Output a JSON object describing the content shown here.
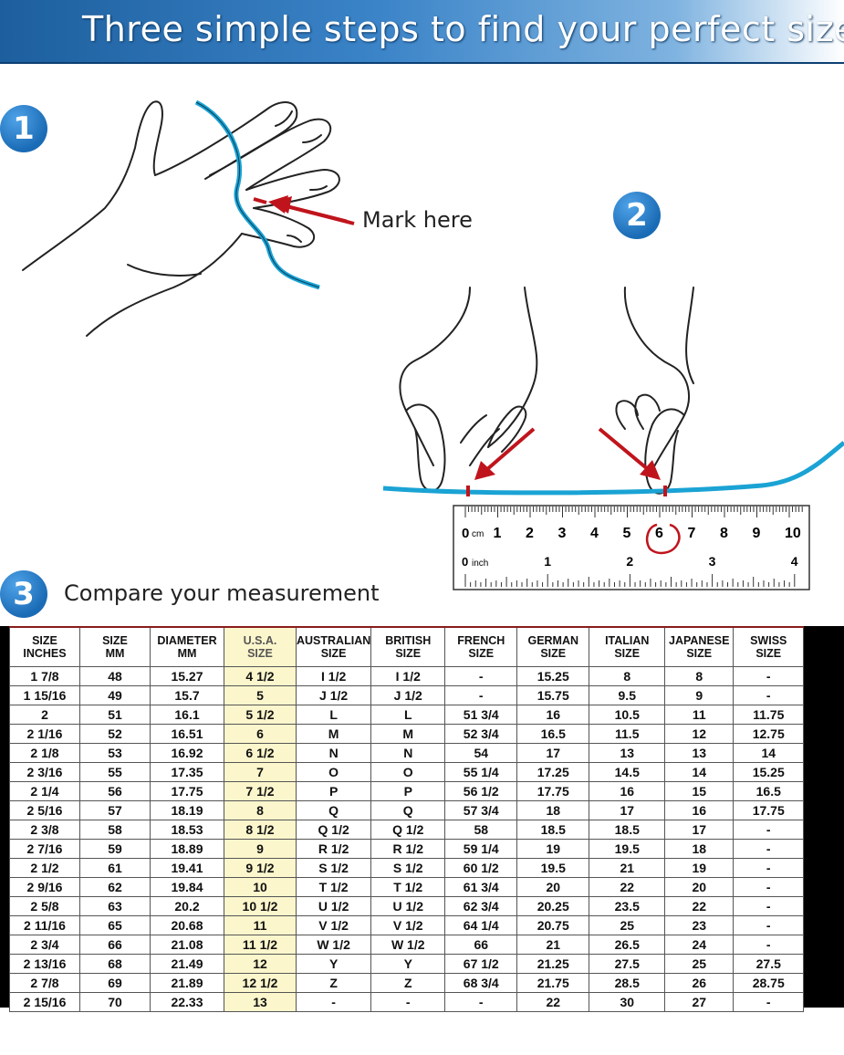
{
  "header": {
    "title": "Three simple steps to find your perfect size"
  },
  "steps": {
    "step1": "1",
    "step2": "2",
    "step3": "3"
  },
  "labels": {
    "mark_here": "Mark here",
    "compare": "Compare your measurement"
  },
  "ruler": {
    "cm_unit": "cm",
    "cm_ticks": [
      "0",
      "1",
      "2",
      "3",
      "4",
      "5",
      "6",
      "7",
      "8",
      "9",
      "10"
    ],
    "inch_unit": "inch",
    "inch_ticks": [
      "0",
      "1",
      "2",
      "3",
      "4"
    ]
  },
  "colors": {
    "banner_blue": "#1d5f9e",
    "step_circle": "#1a6bb5",
    "string": "#1aa3d4",
    "arrow_red": "#c0141c",
    "usa_highlight": "#fcf6cc"
  },
  "table": {
    "headers": [
      [
        "SIZE",
        "INCHES"
      ],
      [
        "SIZE",
        "MM"
      ],
      [
        "DIAMETER",
        "MM"
      ],
      [
        "U.S.A.",
        "SIZE"
      ],
      [
        "AUSTRALIAN",
        "SIZE"
      ],
      [
        "BRITISH",
        "SIZE"
      ],
      [
        "FRENCH",
        "SIZE"
      ],
      [
        "GERMAN",
        "SIZE"
      ],
      [
        "ITALIAN",
        "SIZE"
      ],
      [
        "JAPANESE",
        "SIZE"
      ],
      [
        "SWISS",
        "SIZE"
      ]
    ],
    "rows": [
      [
        "1 7/8",
        "48",
        "15.27",
        "4 1/2",
        "I 1/2",
        "I 1/2",
        "-",
        "15.25",
        "8",
        "8",
        "-"
      ],
      [
        "1 15/16",
        "49",
        "15.7",
        "5",
        "J 1/2",
        "J 1/2",
        "-",
        "15.75",
        "9.5",
        "9",
        "-"
      ],
      [
        "2",
        "51",
        "16.1",
        "5 1/2",
        "L",
        "L",
        "51 3/4",
        "16",
        "10.5",
        "11",
        "11.75"
      ],
      [
        "2 1/16",
        "52",
        "16.51",
        "6",
        "M",
        "M",
        "52 3/4",
        "16.5",
        "11.5",
        "12",
        "12.75"
      ],
      [
        "2 1/8",
        "53",
        "16.92",
        "6 1/2",
        "N",
        "N",
        "54",
        "17",
        "13",
        "13",
        "14"
      ],
      [
        "2 3/16",
        "55",
        "17.35",
        "7",
        "O",
        "O",
        "55 1/4",
        "17.25",
        "14.5",
        "14",
        "15.25"
      ],
      [
        "2 1/4",
        "56",
        "17.75",
        "7 1/2",
        "P",
        "P",
        "56 1/2",
        "17.75",
        "16",
        "15",
        "16.5"
      ],
      [
        "2 5/16",
        "57",
        "18.19",
        "8",
        "Q",
        "Q",
        "57 3/4",
        "18",
        "17",
        "16",
        "17.75"
      ],
      [
        "2 3/8",
        "58",
        "18.53",
        "8 1/2",
        "Q 1/2",
        "Q 1/2",
        "58",
        "18.5",
        "18.5",
        "17",
        "-"
      ],
      [
        "2 7/16",
        "59",
        "18.89",
        "9",
        "R 1/2",
        "R 1/2",
        "59 1/4",
        "19",
        "19.5",
        "18",
        "-"
      ],
      [
        "2 1/2",
        "61",
        "19.41",
        "9 1/2",
        "S 1/2",
        "S 1/2",
        "60 1/2",
        "19.5",
        "21",
        "19",
        "-"
      ],
      [
        "2 9/16",
        "62",
        "19.84",
        "10",
        "T 1/2",
        "T 1/2",
        "61 3/4",
        "20",
        "22",
        "20",
        "-"
      ],
      [
        "2 5/8",
        "63",
        "20.2",
        "10 1/2",
        "U 1/2",
        "U 1/2",
        "62 3/4",
        "20.25",
        "23.5",
        "22",
        "-"
      ],
      [
        "2 11/16",
        "65",
        "20.68",
        "11",
        "V 1/2",
        "V 1/2",
        "64 1/4",
        "20.75",
        "25",
        "23",
        "-"
      ],
      [
        "2 3/4",
        "66",
        "21.08",
        "11 1/2",
        "W 1/2",
        "W 1/2",
        "66",
        "21",
        "26.5",
        "24",
        "-"
      ],
      [
        "2 13/16",
        "68",
        "21.49",
        "12",
        "Y",
        "Y",
        "67 1/2",
        "21.25",
        "27.5",
        "25",
        "27.5"
      ],
      [
        "2 7/8",
        "69",
        "21.89",
        "12 1/2",
        "Z",
        "Z",
        "68 3/4",
        "21.75",
        "28.5",
        "26",
        "28.75"
      ],
      [
        "2 15/16",
        "70",
        "22.33",
        "13",
        "-",
        "-",
        "-",
        "22",
        "30",
        "27",
        "-"
      ]
    ]
  }
}
